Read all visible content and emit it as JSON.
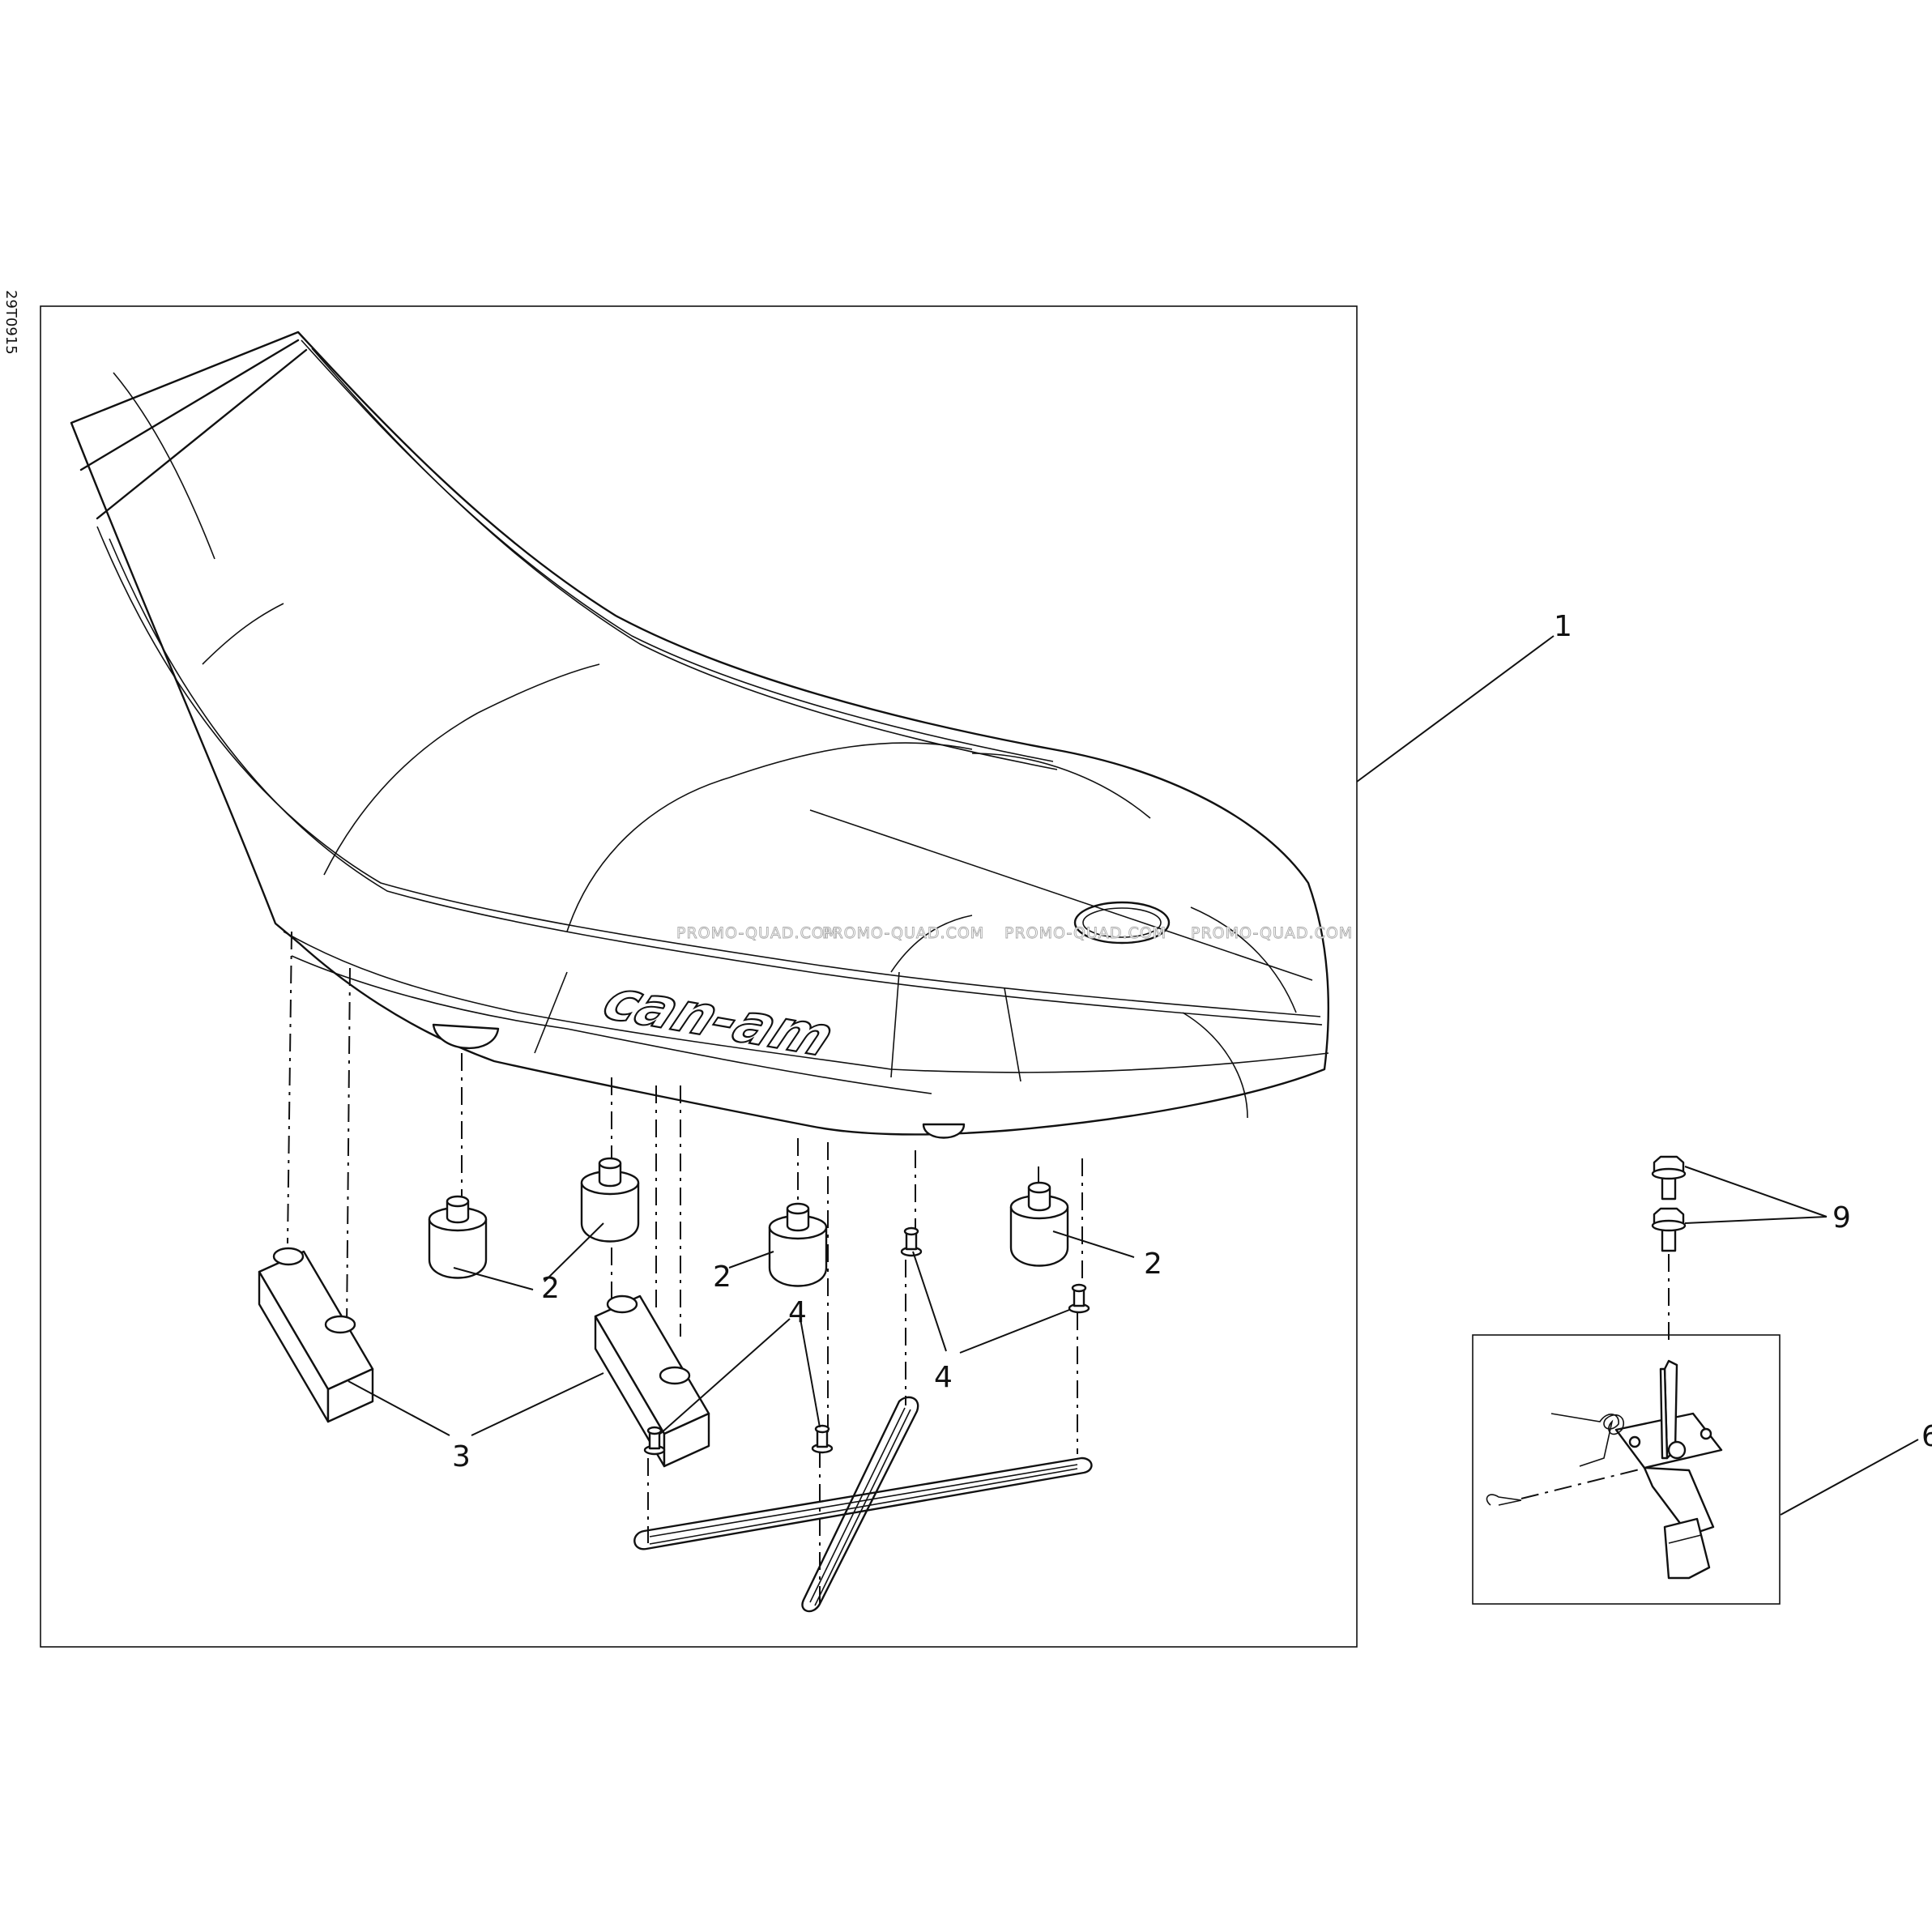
{
  "drawing_number": "29T0915",
  "brand_logo_text": "can-am",
  "watermark_text": "PROMO-QUAD.COM",
  "callouts": {
    "seat": "1",
    "bumper": "2",
    "block": "3",
    "pin": "4",
    "latch_assembly": "6",
    "screw": "9"
  }
}
